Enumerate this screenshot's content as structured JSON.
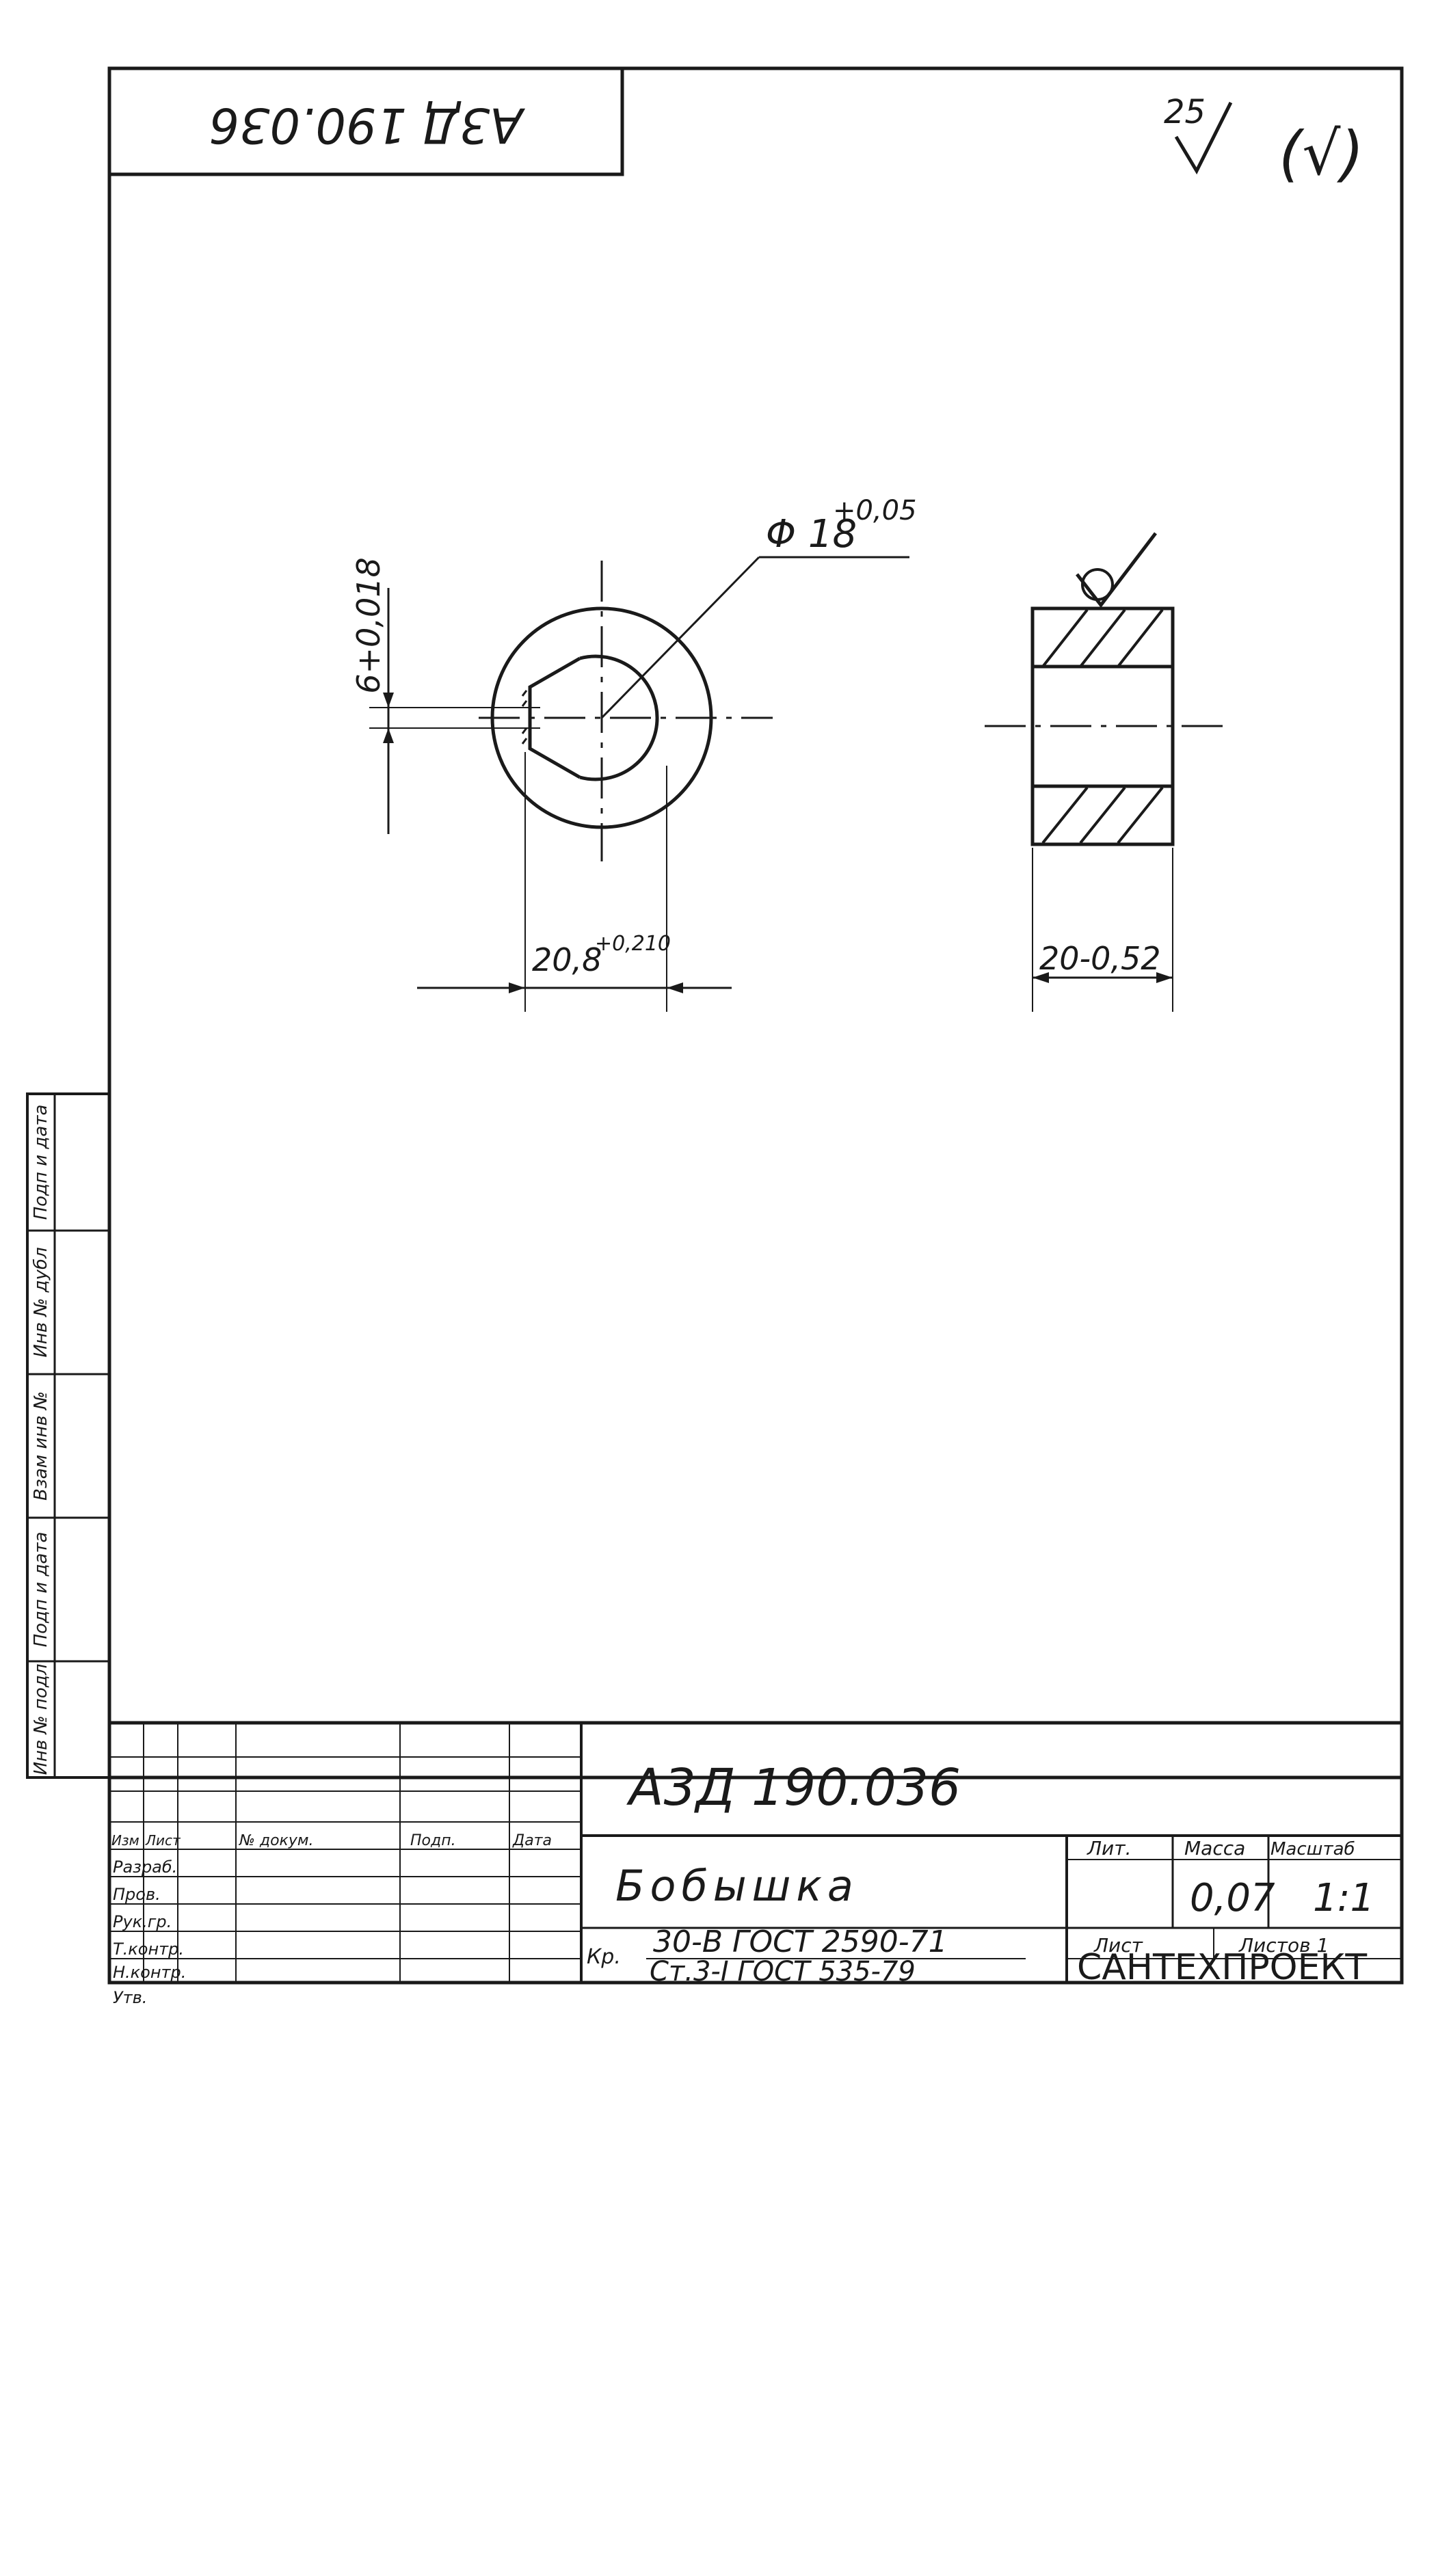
{
  "drawing": {
    "stamp_rotated": "А3Д 190.036",
    "surface_finish": {
      "value": "25",
      "bracket_symbol": "(√)"
    },
    "dimensions": {
      "bore_diameter": "Φ 18",
      "bore_tolerance": "+0,05",
      "keyway_width": "6+0,018",
      "keyway_depth": "20,8",
      "keyway_depth_tolerance": "+0,210",
      "length": "20-0,52"
    }
  },
  "side_strip": {
    "labels": [
      "Подп и дата",
      "Инв № дубл",
      "Взам инв №",
      "Подп и дата",
      "Инв № подл"
    ]
  },
  "title_block": {
    "designation": "А3Д 190.036",
    "part_name": "Бобышка",
    "material_line1": "30-В ГОСТ 2590-71",
    "material_line2": "Ст.3-I ГОСТ 535-79",
    "material_prefix": "Кр.",
    "col_lit": "Лит.",
    "col_mass": "Масса",
    "col_scale": "Масштаб",
    "mass_value": "0,07",
    "scale_value": "1:1",
    "sheet_label": "Лист",
    "sheets_label": "Листов 1",
    "organization": "САНТЕХПРОЕКТ",
    "sign_headers": [
      "Изм",
      "Лист",
      "№ докум.",
      "Подп.",
      "Дата"
    ],
    "sign_roles": [
      "Разраб.",
      "Пров.",
      "Рук.гр.",
      "Т.контр.",
      "Н.контр.",
      "Утв."
    ]
  }
}
